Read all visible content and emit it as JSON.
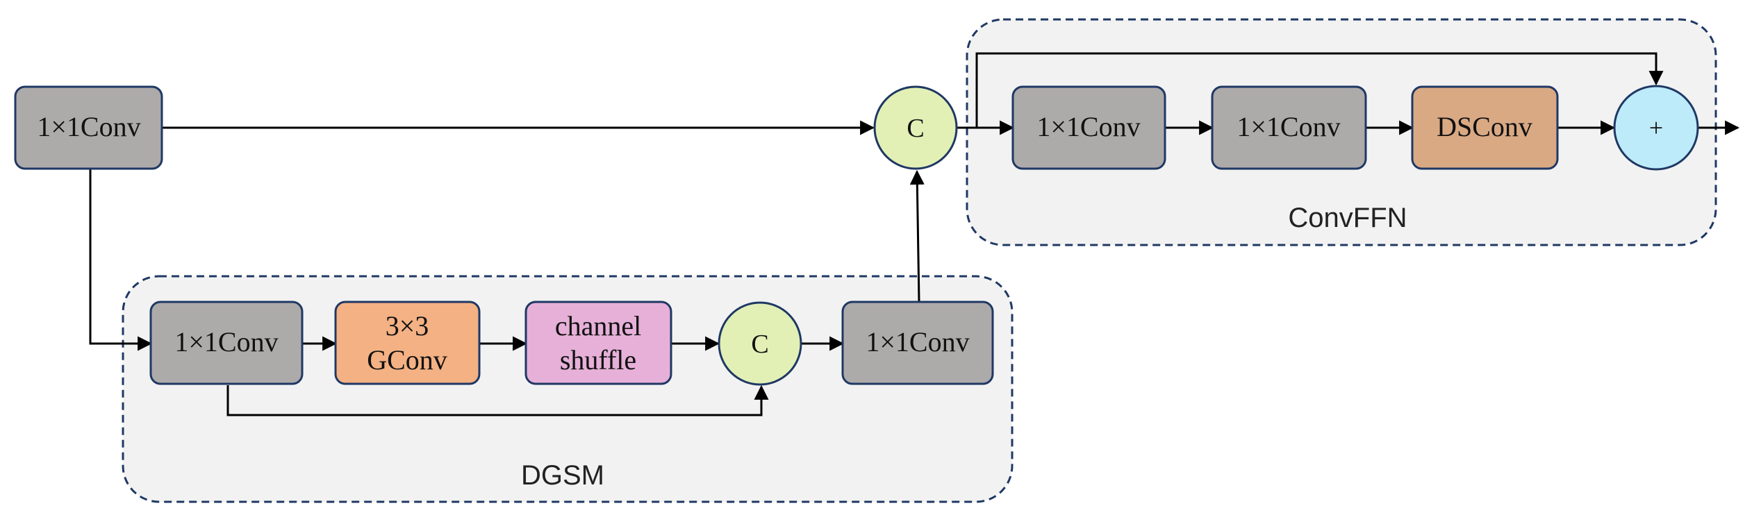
{
  "colors": {
    "conv_gray": "#ADAAAA",
    "gconv_orange": "#F4B183",
    "shuffle_pink": "#E6B0D8",
    "dsconv_tan": "#D9A984",
    "concat_green": "#E2F0B6",
    "add_blue": "#BDEBFA",
    "group_fill": "#F2F2F2",
    "group_border": "#1F3864",
    "node_border": "#1F3864",
    "line": "#000000"
  },
  "groups": {
    "dgsm_label": "DGSM",
    "convffn_label": "ConvFFN"
  },
  "nodes": {
    "input_conv": "1×1Conv",
    "dgsm_conv_in": "1×1Conv",
    "gconv_line1": "3×3",
    "gconv_line2": "GConv",
    "shuffle_line1": "channel",
    "shuffle_line2": "shuffle",
    "dgsm_concat": "C",
    "dgsm_conv_out": "1×1Conv",
    "main_concat": "C",
    "ffn_conv1": "1×1Conv",
    "ffn_conv2": "1×1Conv",
    "dsconv": "DSConv",
    "add": "+"
  }
}
